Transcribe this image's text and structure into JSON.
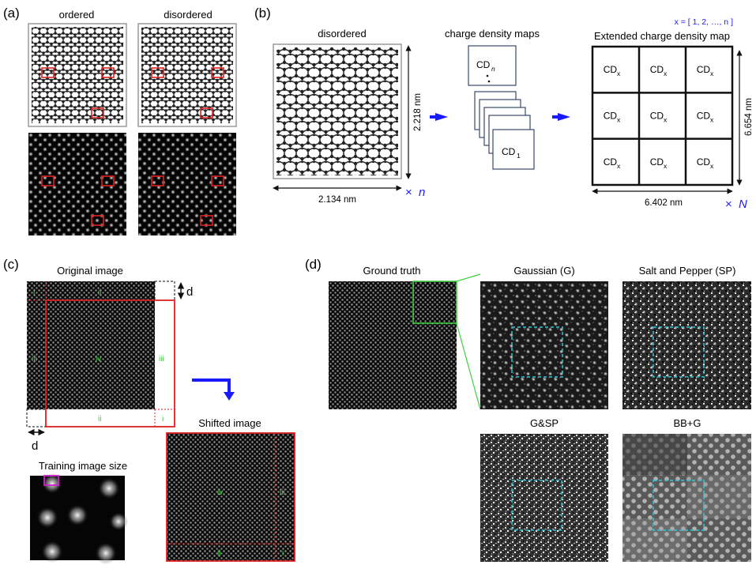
{
  "panel_a": {
    "tag": "(a)",
    "ordered": "ordered",
    "disordered": "disordered"
  },
  "panel_b": {
    "tag": "(b)",
    "disordered": "disordered",
    "height_dim": "2.218 nm",
    "width_dim": "2.134 nm",
    "times_n_symbol": "×",
    "times_n_var": "n",
    "cd_maps_title": "charge density maps",
    "cd_top_base": "CD",
    "cd_top_sub": "n",
    "cd_bottom_base": "CD",
    "cd_bottom_sub": "1",
    "range_label": "x = [ 1, 2, …, n ]",
    "extended_title": "Extended charge density map",
    "cell_base": "CD",
    "cell_sub": "x",
    "ext_height_dim": "6.654 nm",
    "ext_width_dim": "6.402 nm",
    "times_N_symbol": "×",
    "times_N_var": "N"
  },
  "panel_c": {
    "tag": "(c)",
    "original_title": "Original image",
    "d_label_top": "d",
    "d_label_bottom": "d",
    "region_i": "i",
    "region_ii": "ii",
    "region_iii": "iii",
    "region_iv": "iv",
    "shifted_title": "Shifted image",
    "training_title": "Training image size"
  },
  "panel_d": {
    "tag": "(d)",
    "ground_truth": "Ground truth",
    "gaussian": "Gaussian (G)",
    "salt_pepper": "Salt and Pepper (SP)",
    "gsp": "G&SP",
    "bbg": "BB+G"
  },
  "colors": {
    "red": "#e02020",
    "blue": "#1a1aff",
    "green": "#3fd03f",
    "cyan": "#2ec8d8",
    "magenta": "#d020d0",
    "frame_gray": "#9a9a9a",
    "dark": "#111111"
  }
}
